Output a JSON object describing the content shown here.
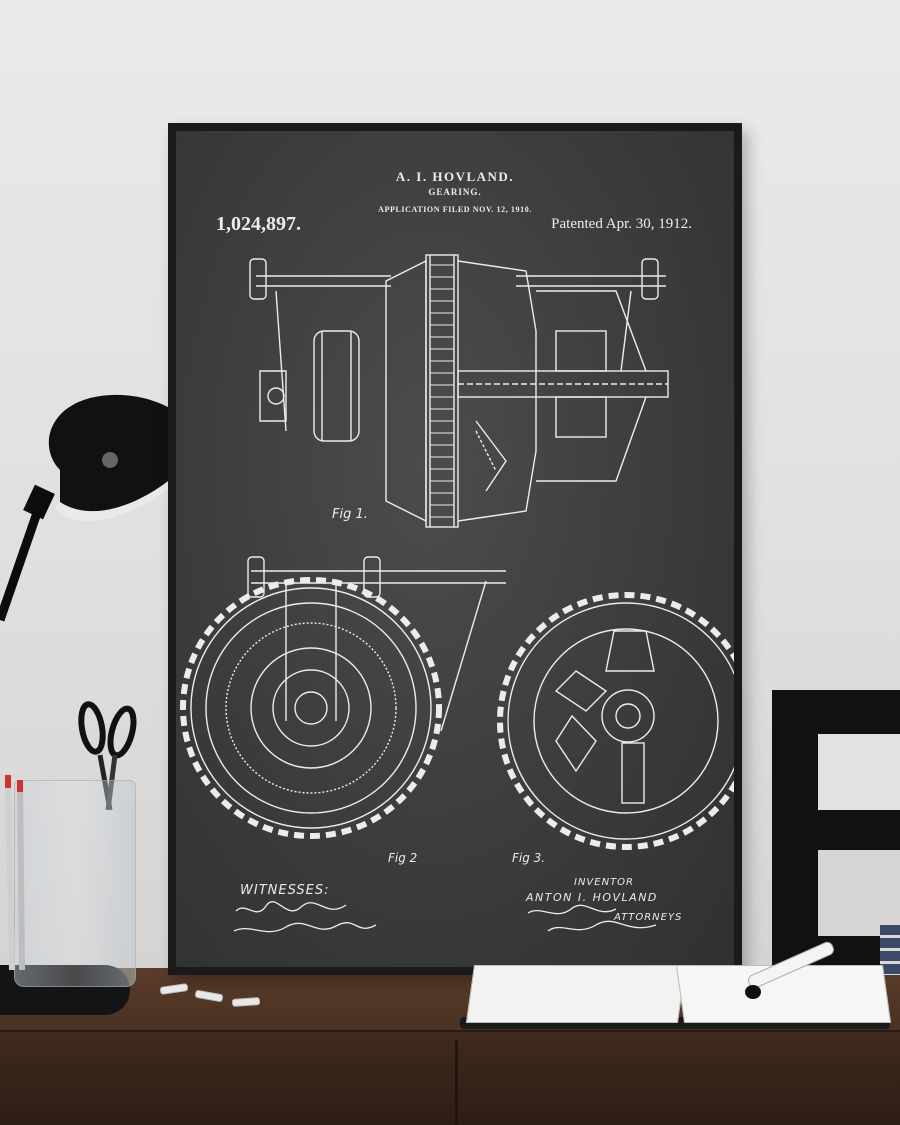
{
  "poster": {
    "inventor_header": "A. I. HOVLAND.",
    "subject": "GEARING.",
    "application_line": "APPLICATION FILED NOV. 12, 1910.",
    "patent_number": "1,024,897.",
    "patent_date": "Patented Apr. 30, 1912.",
    "witnesses_label": "WITNESSES:",
    "inventor_label": "INVENTOR",
    "inventor_name": "ANTON I. HOVLAND",
    "attorneys_label": "ATTORNEYS",
    "fig1": "Fig 1.",
    "fig2": "Fig 2",
    "fig3": "Fig 3."
  },
  "colors": {
    "poster_background": "#3b3d3c",
    "line_art": "#ececec",
    "frame": "#1a1a1b",
    "desk": "#4a3122"
  }
}
